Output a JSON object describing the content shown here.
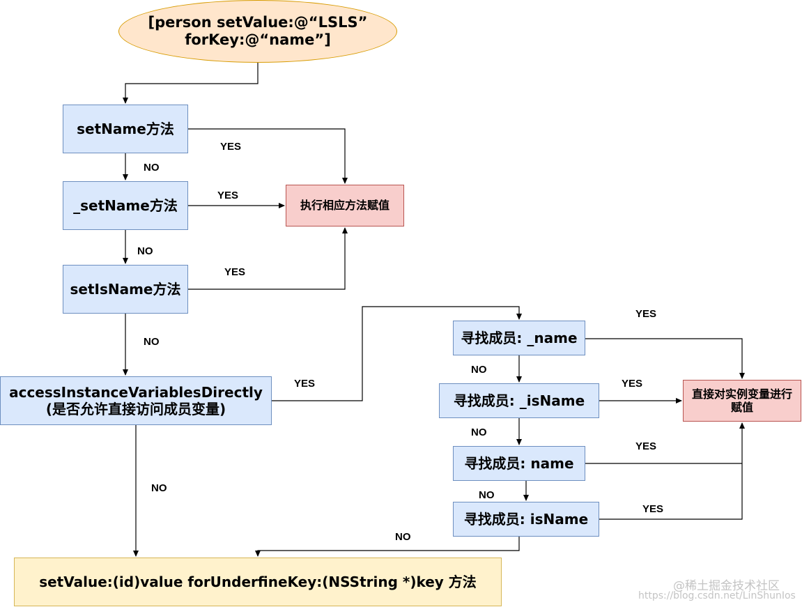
{
  "nodes": {
    "start": {
      "line1": "[person setValue:@“LSLS”",
      "line2": "forKey:@“name”]"
    },
    "setName": "setName方法",
    "underscoreSetName": "_setName方法",
    "setIsName": "setIsName方法",
    "executeMethod": "执行相应方法赋值",
    "accessIVars": {
      "line1": "accessInstanceVariablesDirectly",
      "line2": "(是否允许直接访问成员变量)"
    },
    "findUnderscoreName": "寻找成员: _name",
    "findUnderscoreIsName": "寻找成员: _isName",
    "findName": "寻找成员: name",
    "findIsName": "寻找成员: isName",
    "assignDirect": {
      "line1": "直接对实例变量进行",
      "line2": "赋值"
    },
    "undefinedKey": "setValue:(id)value forUnderfineKey:(NSString *)key 方法"
  },
  "labels": {
    "yes": "YES",
    "no": "NO"
  },
  "watermark": {
    "brand": "@稀土掘金技术社区",
    "url": "https://blog.csdn.net/LinShunIos"
  },
  "colors": {
    "process_fill": "#dae8fc",
    "process_border": "#6c8ebf",
    "result_fill": "#f8cecc",
    "result_border": "#b85450",
    "fallback_fill": "#fff2cc",
    "fallback_border": "#d6b656",
    "start_fill": "#ffe6cc",
    "start_border": "#d79b00"
  }
}
